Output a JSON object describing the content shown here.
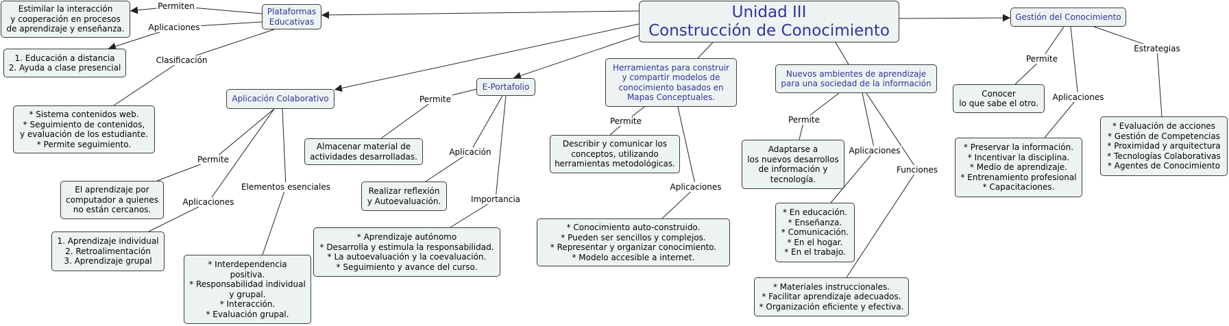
{
  "concept_map": {
    "colors": {
      "node_fill": "#edf3f3",
      "node_border": "#3a3a3a",
      "connector": "#222222",
      "background": "#ffffff"
    },
    "root": {
      "lines": [
        "Unidad III",
        "Construcción de Conocimiento"
      ],
      "text_color": "#333399",
      "children": [
        {
          "arrow": true,
          "node": {
            "lines": [
              "Plataformas",
              "Educativas"
            ],
            "text_color": "#333399",
            "children": [
              {
                "link_label": "Permiten",
                "arrow": true,
                "node": {
                  "lines": [
                    "Estimilar la interacción",
                    "y cooperación en procesos",
                    "de aprendizaje y enseñanza."
                  ],
                  "text_color": "#000000"
                }
              },
              {
                "link_label": "Aplicaciones",
                "arrow": true,
                "node": {
                  "lines": [
                    "1. Educación a distancia",
                    "2. Ayuda a clase presencial"
                  ],
                  "text_color": "#000000"
                }
              },
              {
                "link_label": "Clasificación",
                "arrow": false,
                "node": {
                  "lines": [
                    "* Sistema contenidos web.",
                    "* Seguimiento de contenidos,",
                    "y evaluación de los estudiante.",
                    "* Permite seguimiento."
                  ],
                  "text_color": "#000000"
                }
              }
            ]
          }
        },
        {
          "arrow": true,
          "node": {
            "lines": [
              "Aplicación Colaborativo"
            ],
            "text_color": "#333399",
            "children": [
              {
                "link_label": "Permite",
                "arrow": false,
                "node": {
                  "lines": [
                    "El aprendizaje por",
                    "computador a quienes",
                    "no están cercanos."
                  ],
                  "text_color": "#000000"
                }
              },
              {
                "link_label": "Aplicaciones",
                "arrow": false,
                "node": {
                  "lines": [
                    "1. Aprendizaje individual",
                    "2. Retroalimentación",
                    "3. Aprendizaje grupal"
                  ],
                  "text_color": "#000000"
                }
              },
              {
                "link_label": "Elementos esenciales",
                "arrow": false,
                "node": {
                  "lines": [
                    "* Interdependencia",
                    "positiva.",
                    "* Responsabilidad individual",
                    "y grupal.",
                    "* Interacción.",
                    "* Evaluación grupal."
                  ],
                  "text_color": "#000000"
                }
              }
            ]
          }
        },
        {
          "arrow": true,
          "node": {
            "lines": [
              "E-Portafolio"
            ],
            "text_color": "#333399",
            "children": [
              {
                "link_label": "Permite",
                "arrow": false,
                "node": {
                  "lines": [
                    "Almacenar material de",
                    "actividades desarrolladas."
                  ],
                  "text_color": "#000000"
                }
              },
              {
                "link_label": "Aplicación",
                "arrow": false,
                "node": {
                  "lines": [
                    "Realizar reflexión",
                    "y Autoevaluación."
                  ],
                  "text_color": "#000000"
                }
              },
              {
                "link_label": "Importancia",
                "arrow": false,
                "node": {
                  "lines": [
                    "* Aprendizaje autónomo",
                    "* Desarrolla y estimula la responsabilidad.",
                    "* La autoevaluación y la coevaluación.",
                    "* Seguimiento y avance del curso."
                  ],
                  "text_color": "#000000"
                }
              }
            ]
          }
        },
        {
          "arrow": false,
          "node": {
            "lines": [
              "Herramientas para construir",
              "y compartir modelos de",
              "conocimiento basados en",
              "Mapas Conceptuales."
            ],
            "text_color": "#333399",
            "children": [
              {
                "link_label": "Permite",
                "arrow": false,
                "node": {
                  "lines": [
                    "Describir y comunicar los",
                    "conceptos, utilizando",
                    "herramientas metodológicas."
                  ],
                  "text_color": "#000000"
                }
              },
              {
                "link_label": "Aplicaciones",
                "arrow": false,
                "node": {
                  "lines": [
                    "* Conocimiento auto-construido.",
                    "* Pueden ser sencillos y complejos.",
                    "* Representar y organizar conocimiento.",
                    "* Modelo accesible a internet."
                  ],
                  "text_color": "#000000"
                }
              }
            ]
          }
        },
        {
          "arrow": false,
          "node": {
            "lines": [
              "Nuevos ambientes de aprendizaje",
              "para una sociedad de la información"
            ],
            "text_color": "#333399",
            "children": [
              {
                "link_label": "Permite",
                "arrow": false,
                "node": {
                  "lines": [
                    "Adaptarse a",
                    "los nuevos desarrollos",
                    "de información y",
                    "tecnología."
                  ],
                  "text_color": "#000000"
                }
              },
              {
                "link_label": "Aplicaciones",
                "arrow": false,
                "node": {
                  "lines": [
                    "* En educación.",
                    "* Enseñanza.",
                    "* Comunicación.",
                    "* En el hogar.",
                    "* En el trabajo."
                  ],
                  "text_color": "#000000"
                }
              },
              {
                "link_label": "Funciones",
                "arrow": false,
                "node": {
                  "lines": [
                    "* Materiales instruccionales.",
                    "* Facilitar aprendizaje adecuados.",
                    "* Organización eficiente y efectiva."
                  ],
                  "text_color": "#000000"
                }
              }
            ]
          }
        },
        {
          "arrow": true,
          "node": {
            "lines": [
              "Gestión del Conocimiento"
            ],
            "text_color": "#333399",
            "children": [
              {
                "link_label": "Permite",
                "arrow": false,
                "node": {
                  "lines": [
                    "Conocer",
                    "lo que sabe el otro."
                  ],
                  "text_color": "#000000"
                }
              },
              {
                "link_label": "Aplicaciones",
                "arrow": false,
                "node": {
                  "lines": [
                    "* Preservar la información.",
                    "* Incentivar la disciplina.",
                    "* Medio de aprendizaje.",
                    "* Entrenamiento profesional",
                    "* Capacitaciones."
                  ],
                  "text_color": "#000000"
                }
              },
              {
                "link_label": "Estrategias",
                "arrow": false,
                "node": {
                  "lines": [
                    "* Evaluación de acciones",
                    "* Gestión de Competencias",
                    "* Proximidad y arquitectura",
                    "* Tecnologías Colaborativas",
                    "* Agentes de Conocimiento"
                  ],
                  "text_color": "#000000"
                }
              }
            ]
          }
        }
      ]
    }
  }
}
